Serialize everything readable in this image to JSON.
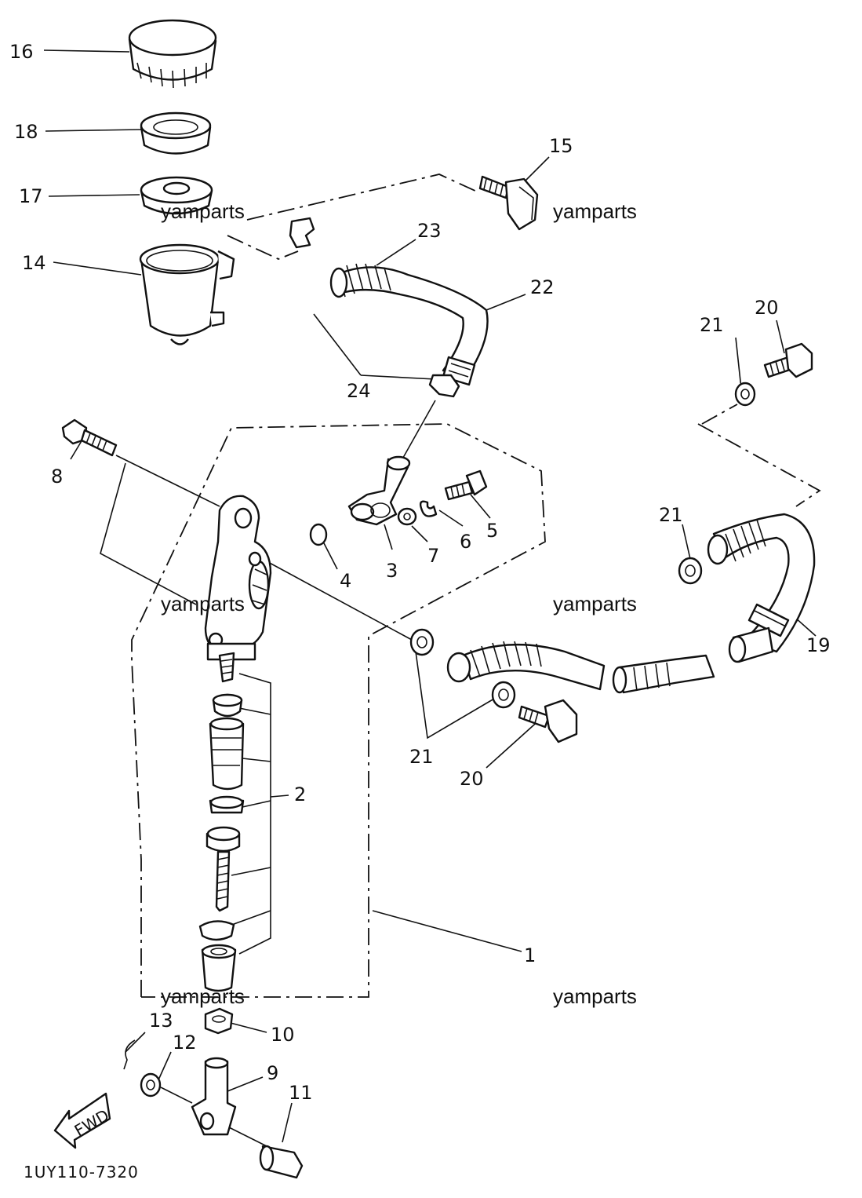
{
  "diagram": {
    "part_numbers": {
      "p1": "1",
      "p2": "2",
      "p3": "3",
      "p4": "4",
      "p5": "5",
      "p6": "6",
      "p7": "7",
      "p8": "8",
      "p9": "9",
      "p10": "10",
      "p11": "11",
      "p12": "12",
      "p13": "13",
      "p14": "14",
      "p15": "15",
      "p16": "16",
      "p17": "17",
      "p18": "18",
      "p19": "19",
      "p20a": "20",
      "p20b": "20",
      "p21a": "21",
      "p21b": "21",
      "p21c": "21",
      "p22": "22",
      "p23": "23",
      "p24": "24"
    },
    "watermark": "yamparts",
    "direction_arrow": "FWD",
    "diagram_code": "1UY110-7320"
  },
  "colors": {
    "ink": "#111111",
    "paper": "#ffffff"
  }
}
